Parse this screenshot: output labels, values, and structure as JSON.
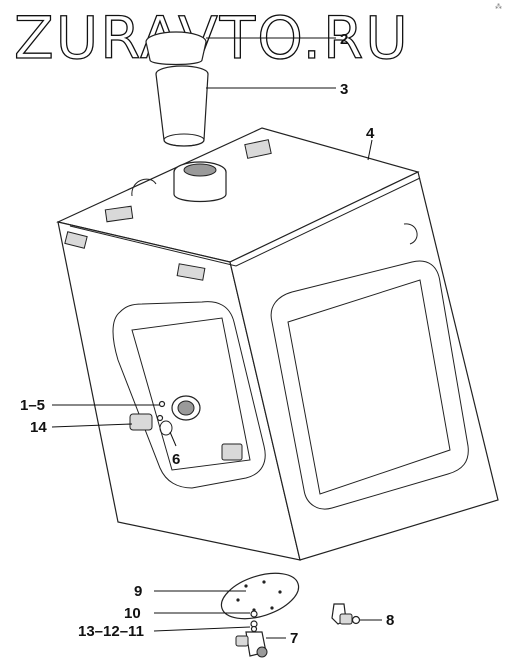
{
  "watermark": "ZURAVTO.RU",
  "corner_mark": "⁂",
  "callouts": {
    "c2": "2",
    "c3": "3",
    "c4": "4",
    "c1_5": "1–5",
    "c14": "14",
    "c6": "6",
    "c9": "9",
    "c10": "10",
    "c13_12_11": "13–12–11",
    "c7": "7",
    "c8": "8"
  }
}
